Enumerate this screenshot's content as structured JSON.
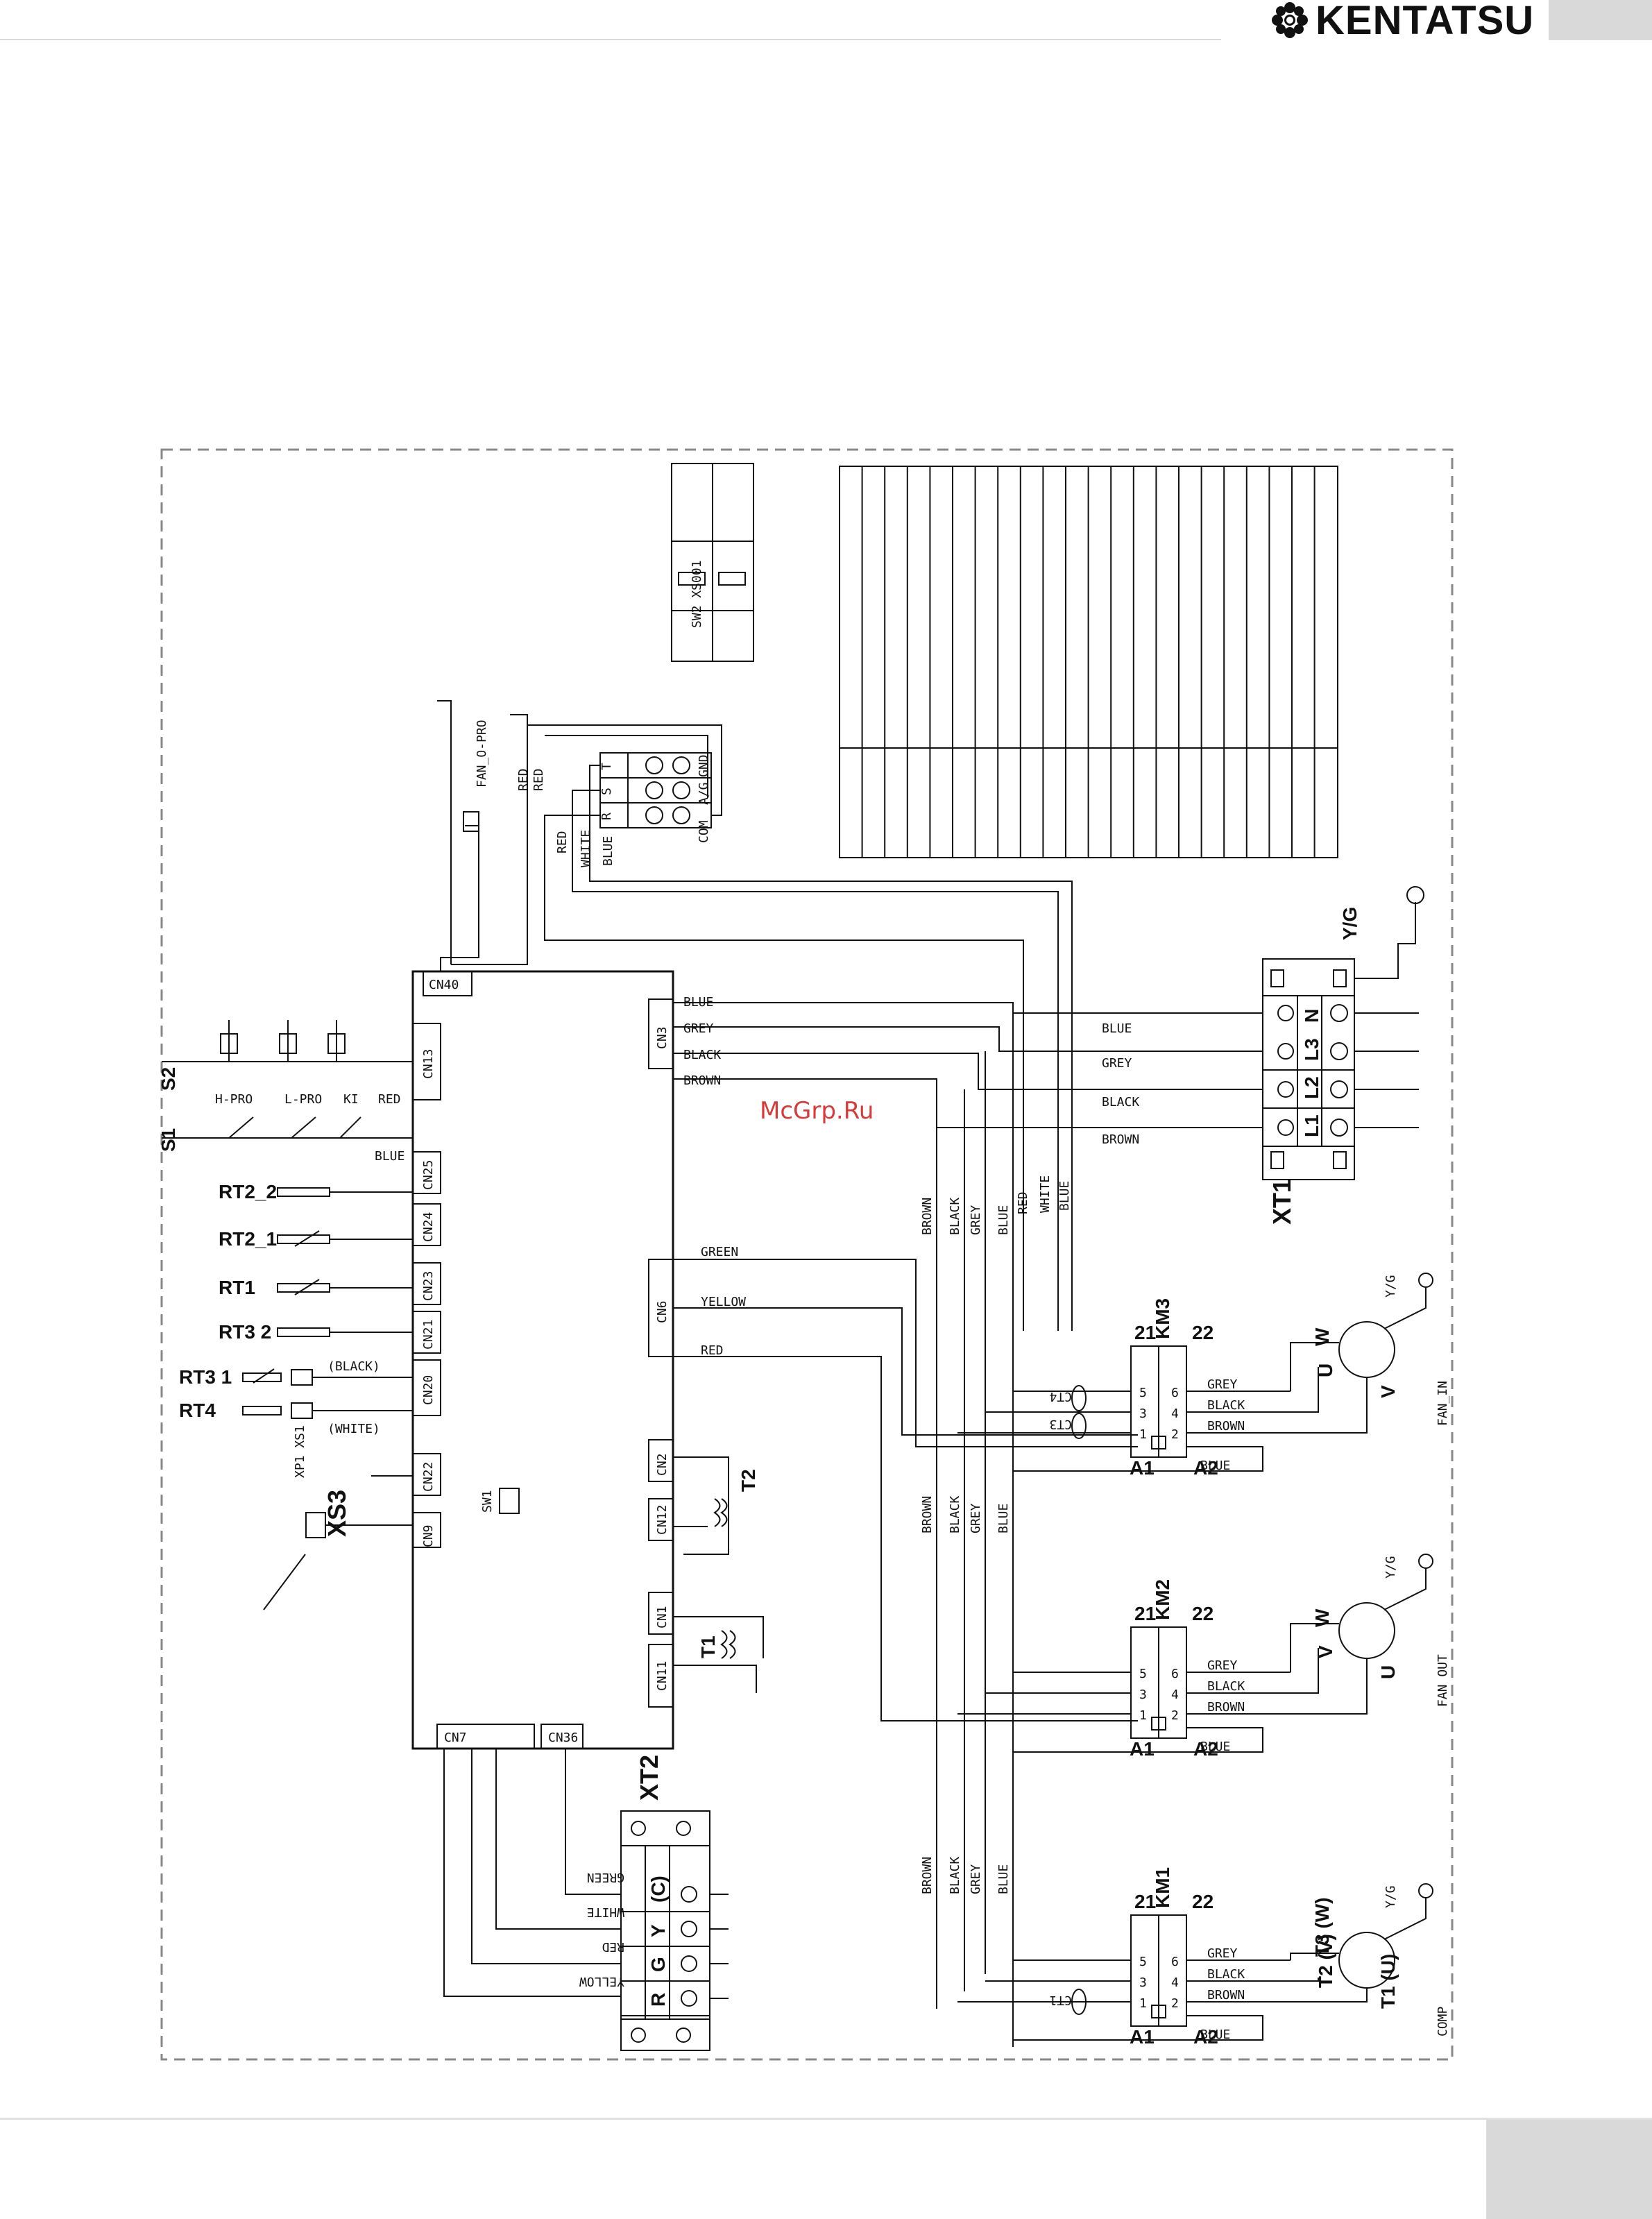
{
  "brand": {
    "name": "KENTATSU",
    "logo_icon": "gear-flower-icon"
  },
  "watermark": "McGrp.Ru",
  "board": {
    "connectors_left": [
      "CN13",
      "CN25",
      "CN24",
      "CN23",
      "CN21",
      "CN20",
      "CN22",
      "CN9"
    ],
    "connectors_right": [
      "CN3",
      "CN6",
      "CN2",
      "CN12",
      "CN1",
      "CN11"
    ],
    "connectors_top": [
      "CN40"
    ],
    "connectors_bottom": [
      "CN7",
      "CN36"
    ],
    "dip_label": "SW1"
  },
  "cn3_wires": [
    "BLUE",
    "GREY",
    "BLACK",
    "BROWN"
  ],
  "cn6_wires": [
    "GREEN",
    "YELLOW",
    "RED"
  ],
  "xt1": {
    "label": "XT1",
    "terminals": [
      "N",
      "L3",
      "L2",
      "L1"
    ],
    "wires": [
      "BLUE",
      "GREY",
      "BLACK",
      "BROWN"
    ],
    "ground": "Y/G"
  },
  "xt2": {
    "label": "XT2",
    "terminals": [
      "C",
      "Y",
      "G",
      "R"
    ],
    "wires": [
      "GREEN",
      "WHITE",
      "RED",
      "YELLOW"
    ]
  },
  "sensors": [
    "RT2_2",
    "RT2_1",
    "RT1",
    "RT3_2",
    "RT3_1",
    "RT4"
  ],
  "sensor_notes": {
    "rt3_1": "(BLACK)",
    "rt4": "(WHITE)",
    "xp": "XP1 XS1"
  },
  "protections": [
    "H-PRO",
    "L-PRO",
    "KI"
  ],
  "switches": [
    "S2",
    "S1"
  ],
  "cn13_wires": [
    "RED",
    "BLUE"
  ],
  "xs3": "XS3",
  "transformers": [
    "T2",
    "T1"
  ],
  "top_terminal": {
    "labels": [
      "T",
      "S",
      "R"
    ],
    "side": [
      "GND",
      "A/G",
      "COM"
    ],
    "wires": [
      "RED",
      "WHITE",
      "BLUE"
    ],
    "fan_pro": "FAN_O-PRO",
    "wire_red": "RED"
  },
  "switch_box": "SW2 XS001",
  "vertical_bus": [
    "RED",
    "WHITE",
    "BLUE"
  ],
  "bus_wires": [
    "BROWN",
    "BLACK",
    "GREY",
    "BLUE"
  ],
  "contactors": [
    {
      "name": "KM3",
      "load": "FAN_IN",
      "current_sensors": [
        "CT4",
        "CT3"
      ],
      "wires": [
        "GREY",
        "BLACK",
        "BROWN",
        "BLUE"
      ],
      "motor_pins": [
        "W",
        "U",
        "V"
      ],
      "ground": "Y/G"
    },
    {
      "name": "KM2",
      "load": "FAN OUT",
      "current_sensors": [],
      "wires": [
        "GREY",
        "BLACK",
        "BROWN",
        "BLUE"
      ],
      "motor_pins": [
        "W",
        "V",
        "U"
      ],
      "ground": "Y/G"
    },
    {
      "name": "KM1",
      "load": "COMP",
      "current_sensors": [
        "CT1"
      ],
      "wires": [
        "GREY",
        "BLACK",
        "BROWN",
        "BLUE"
      ],
      "motor_pins": [
        "T3 (W)",
        "T2 (V)",
        "T1 (U)"
      ],
      "ground": "Y/G"
    }
  ],
  "contactor_pins": {
    "top": [
      "21",
      "22"
    ],
    "left": [
      "5",
      "3",
      "1"
    ],
    "right": [
      "6",
      "4",
      "2"
    ],
    "coil": [
      "A1",
      "A2"
    ]
  }
}
